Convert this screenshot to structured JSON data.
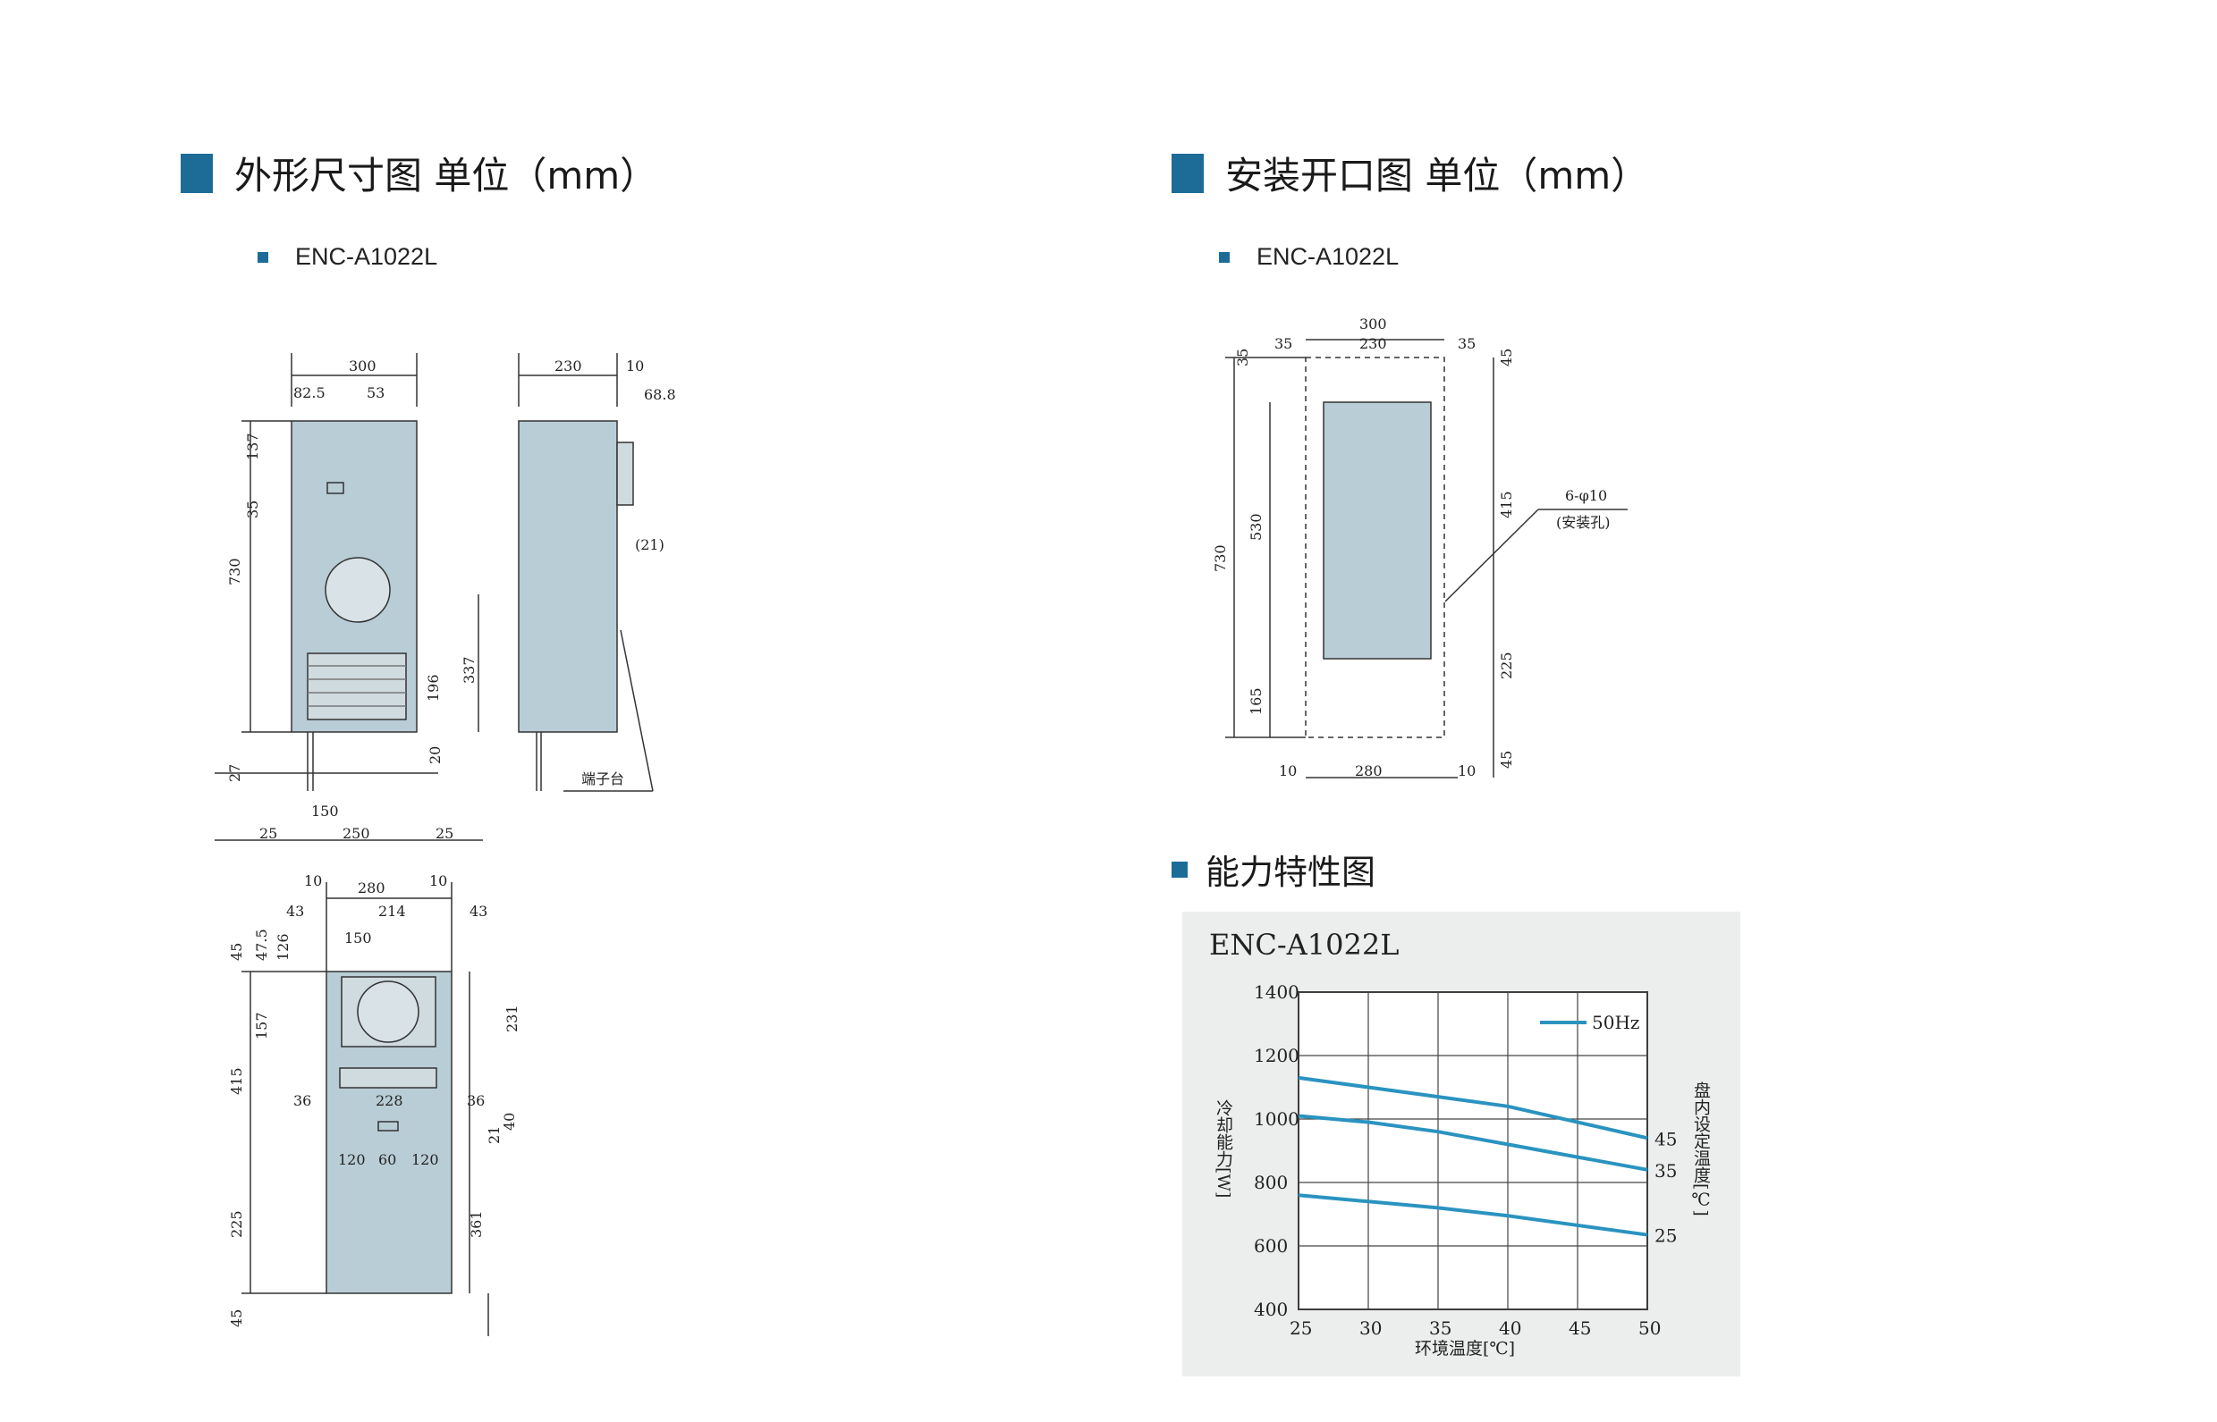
{
  "left_section": {
    "title": "外形尺寸图 单位（mm）",
    "model": "ENC-A1022L"
  },
  "right_section": {
    "title": "安装开口图 单位（mm）",
    "model": "ENC-A1022L"
  },
  "capability_section": {
    "title": "能力特性图"
  },
  "colors": {
    "accent": "#1d6c98",
    "unit_body": "#b9cdd6",
    "curve": "#2a93c0",
    "chart_bg": "#eceded"
  },
  "front_view": {
    "dims": [
      "300",
      "82.5",
      "53",
      "137",
      "35",
      "730",
      "337",
      "196",
      "27",
      "20",
      "150",
      "25",
      "250",
      "25"
    ]
  },
  "side_view": {
    "dims": [
      "230",
      "10",
      "68.8",
      "(21)"
    ],
    "terminal_label": "端子台"
  },
  "top_view": {
    "dims": [
      "10",
      "280",
      "10",
      "43",
      "214",
      "43",
      "45",
      "47.5",
      "126",
      "150",
      "157",
      "415",
      "231",
      "36",
      "228",
      "36",
      "40",
      "21",
      "120",
      "60",
      "120",
      "225",
      "361",
      "45"
    ]
  },
  "cutout_view": {
    "dims": [
      "300",
      "35",
      "230",
      "35",
      "35",
      "45",
      "415",
      "530",
      "730",
      "225",
      "165",
      "45",
      "10",
      "280",
      "10"
    ],
    "hole_label": "6-φ10",
    "hole_note": "(安装孔)"
  },
  "chart_data": {
    "type": "line",
    "title": "ENC-A1022L",
    "xlabel": "环境温度[℃]",
    "ylabel": "冷却能力[W]",
    "right_label": "盘内设定温度[℃]",
    "x": [
      25,
      30,
      35,
      40,
      45,
      50
    ],
    "xlim": [
      25,
      50
    ],
    "ylim": [
      400,
      1400
    ],
    "y_ticks": [
      400,
      600,
      800,
      1000,
      1200,
      1400
    ],
    "grid": true,
    "legend": {
      "position": "top-right",
      "label": "50Hz"
    },
    "series": [
      {
        "name": "45",
        "values": [
          1130,
          1100,
          1070,
          1040,
          990,
          940
        ]
      },
      {
        "name": "35",
        "values": [
          1010,
          990,
          960,
          920,
          880,
          840
        ]
      },
      {
        "name": "25",
        "values": [
          760,
          740,
          720,
          695,
          665,
          635
        ]
      }
    ]
  }
}
